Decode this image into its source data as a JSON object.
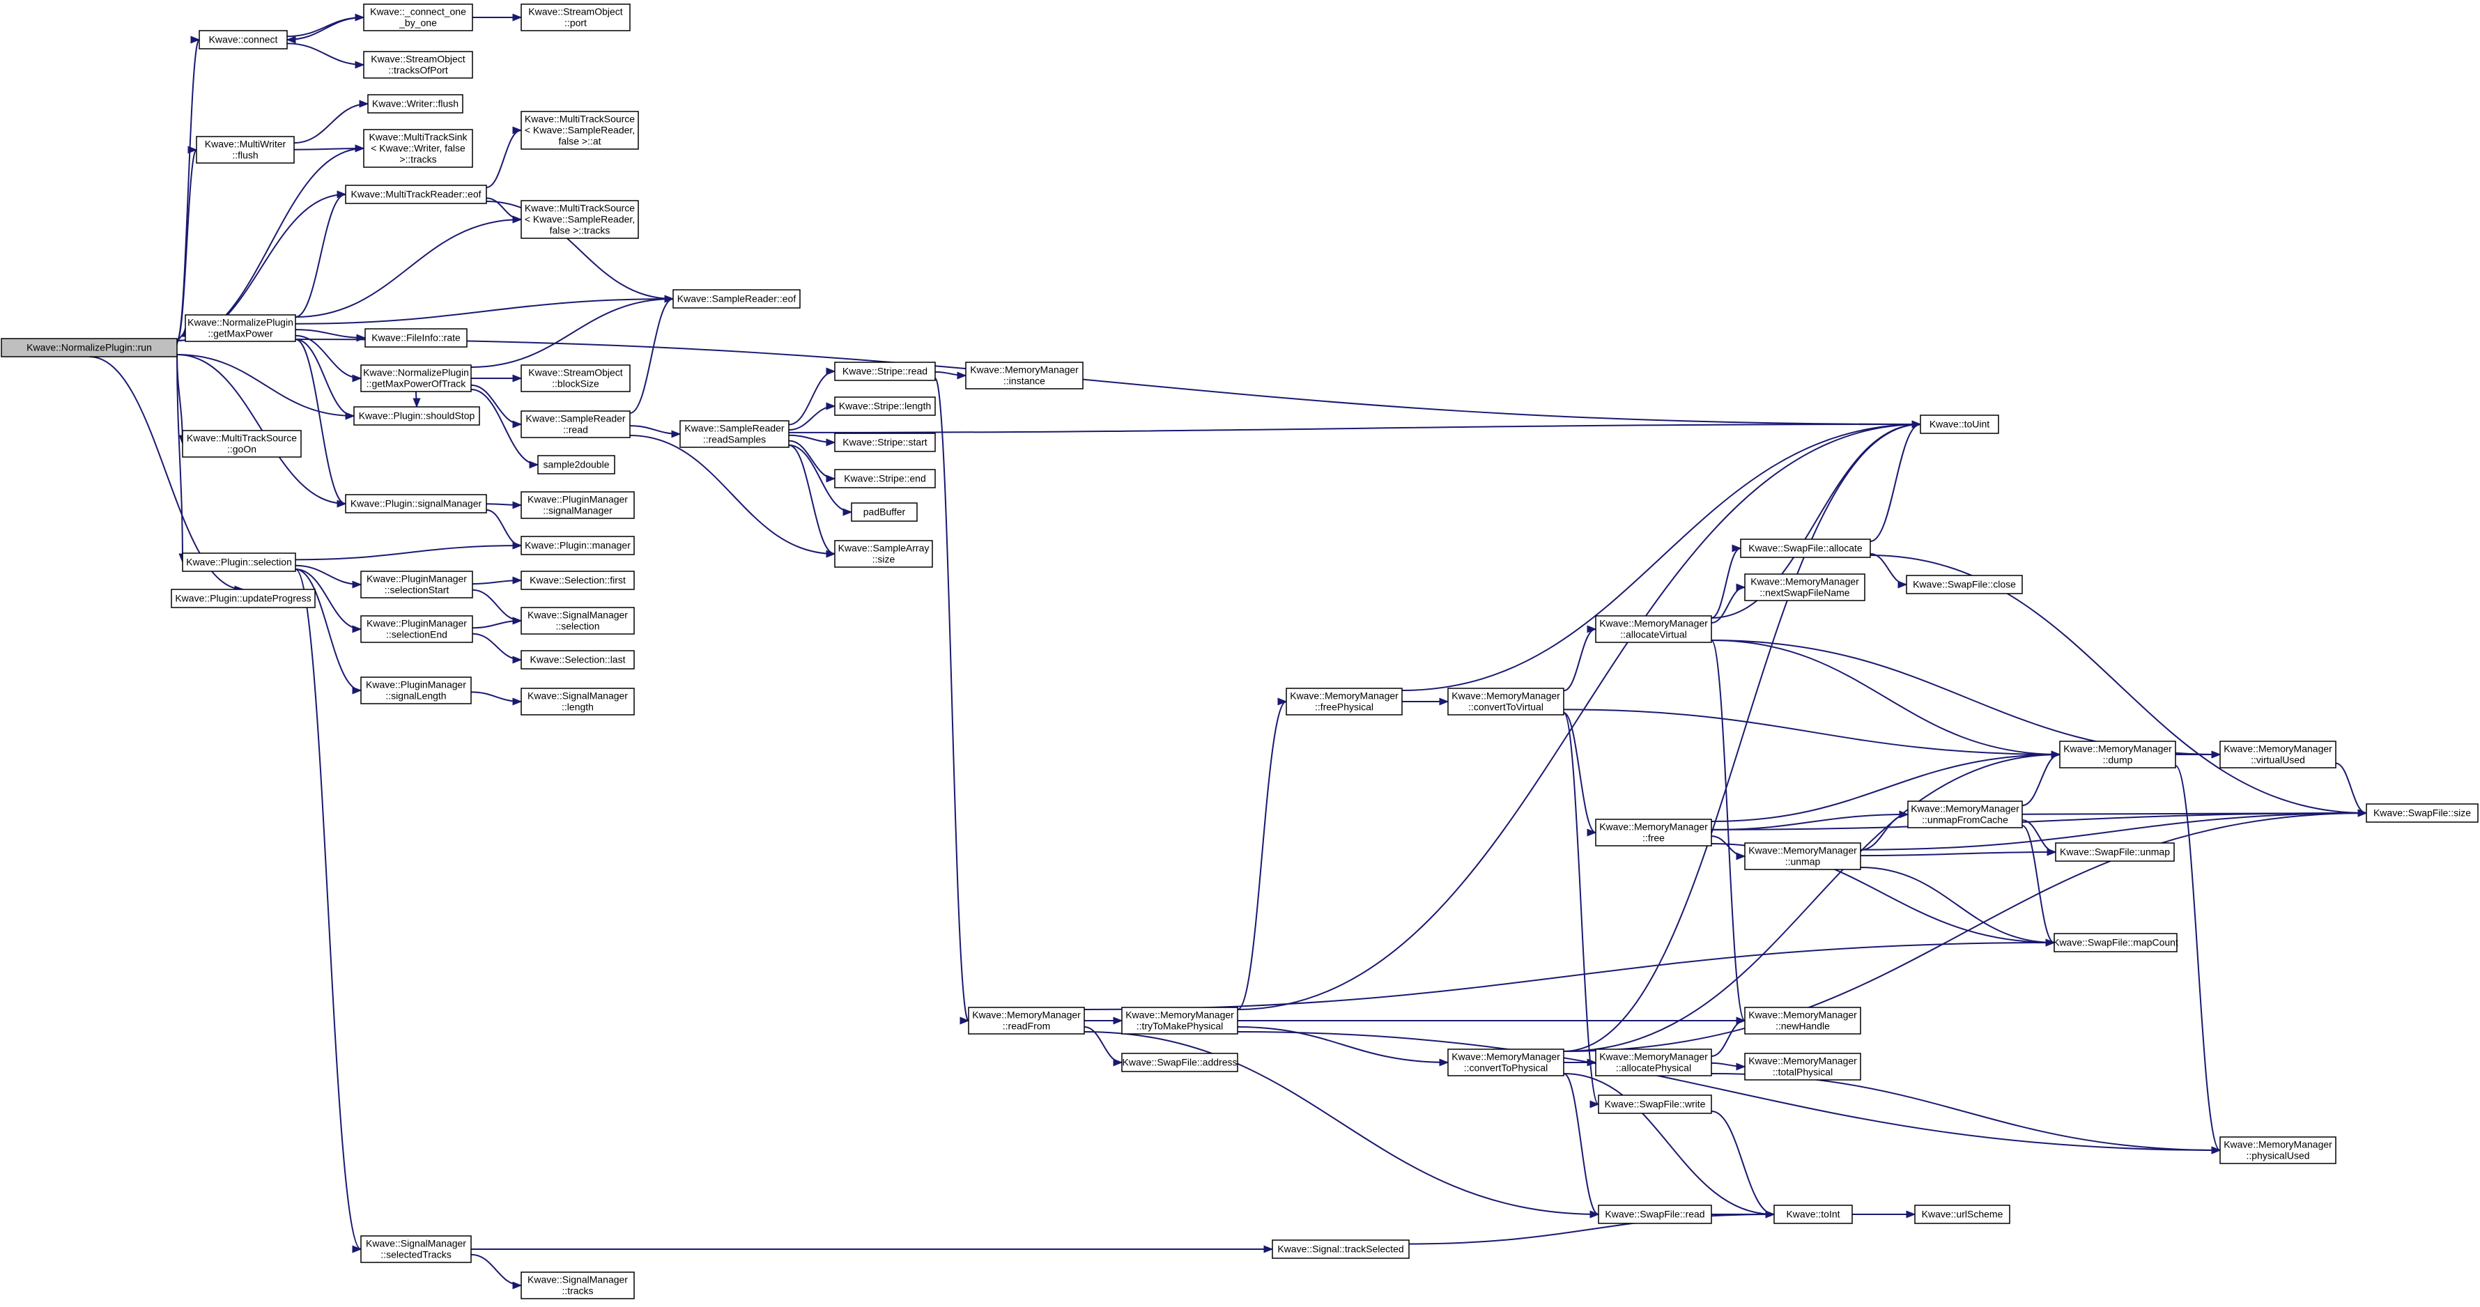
{
  "colors": {
    "edge": "#191970",
    "node_fill": "#ffffff",
    "root_fill": "#bfbfbf",
    "border": "#000000"
  },
  "nodes": [
    {
      "id": "run",
      "lines": [
        "Kwave::NormalizePlugin::run"
      ],
      "root": true
    },
    {
      "id": "connect",
      "lines": [
        "Kwave::connect"
      ]
    },
    {
      "id": "connect_one",
      "lines": [
        "Kwave::_connect_one",
        "_by_one"
      ]
    },
    {
      "id": "so_port",
      "lines": [
        "Kwave::StreamObject",
        "::port"
      ]
    },
    {
      "id": "so_tracksOfPort",
      "lines": [
        "Kwave::StreamObject",
        "::tracksOfPort"
      ]
    },
    {
      "id": "mw_flush",
      "lines": [
        "Kwave::MultiWriter",
        "::flush"
      ]
    },
    {
      "id": "writer_flush",
      "lines": [
        "Kwave::Writer::flush"
      ]
    },
    {
      "id": "mts_sink_tracks",
      "lines": [
        "Kwave::MultiTrackSink",
        "< Kwave::Writer, false",
        ">::tracks"
      ]
    },
    {
      "id": "mts_src_at",
      "lines": [
        "Kwave::MultiTrackSource",
        "< Kwave::SampleReader,",
        "false >::at"
      ]
    },
    {
      "id": "mtr_eof",
      "lines": [
        "Kwave::MultiTrackReader::eof"
      ]
    },
    {
      "id": "mts_src_tracks",
      "lines": [
        "Kwave::MultiTrackSource",
        "< Kwave::SampleReader,",
        "false >::tracks"
      ]
    },
    {
      "id": "np_getMaxPower",
      "lines": [
        "Kwave::NormalizePlugin",
        "::getMaxPower"
      ]
    },
    {
      "id": "sr_eof",
      "lines": [
        "Kwave::SampleReader::eof"
      ]
    },
    {
      "id": "fi_rate",
      "lines": [
        "Kwave::FileInfo::rate"
      ]
    },
    {
      "id": "np_getMaxPowerOfTrack",
      "lines": [
        "Kwave::NormalizePlugin",
        "::getMaxPowerOfTrack"
      ]
    },
    {
      "id": "so_blockSize",
      "lines": [
        "Kwave::StreamObject",
        "::blockSize"
      ]
    },
    {
      "id": "p_shouldStop",
      "lines": [
        "Kwave::Plugin::shouldStop"
      ]
    },
    {
      "id": "sr_read",
      "lines": [
        "Kwave::SampleReader",
        "::read"
      ]
    },
    {
      "id": "sample2double",
      "lines": [
        "sample2double"
      ]
    },
    {
      "id": "mtsrc_goOn",
      "lines": [
        "Kwave::MultiTrackSource",
        "::goOn"
      ]
    },
    {
      "id": "stripe_read",
      "lines": [
        "Kwave::Stripe::read"
      ]
    },
    {
      "id": "mm_instance",
      "lines": [
        "Kwave::MemoryManager",
        "::instance"
      ]
    },
    {
      "id": "stripe_length",
      "lines": [
        "Kwave::Stripe::length"
      ]
    },
    {
      "id": "sr_readSamples",
      "lines": [
        "Kwave::SampleReader",
        "::readSamples"
      ]
    },
    {
      "id": "stripe_start",
      "lines": [
        "Kwave::Stripe::start"
      ]
    },
    {
      "id": "stripe_end",
      "lines": [
        "Kwave::Stripe::end"
      ]
    },
    {
      "id": "padBuffer",
      "lines": [
        "padBuffer"
      ]
    },
    {
      "id": "sa_size",
      "lines": [
        "Kwave::SampleArray",
        "::size"
      ]
    },
    {
      "id": "p_signalManager",
      "lines": [
        "Kwave::Plugin::signalManager"
      ]
    },
    {
      "id": "pm_signalManager",
      "lines": [
        "Kwave::PluginManager",
        "::signalManager"
      ]
    },
    {
      "id": "p_manager",
      "lines": [
        "Kwave::Plugin::manager"
      ]
    },
    {
      "id": "p_selection",
      "lines": [
        "Kwave::Plugin::selection"
      ]
    },
    {
      "id": "pm_selectionStart",
      "lines": [
        "Kwave::PluginManager",
        "::selectionStart"
      ]
    },
    {
      "id": "sel_first",
      "lines": [
        "Kwave::Selection::first"
      ]
    },
    {
      "id": "p_updateProgress",
      "lines": [
        "Kwave::Plugin::updateProgress"
      ]
    },
    {
      "id": "sm_selection",
      "lines": [
        "Kwave::SignalManager",
        "::selection"
      ]
    },
    {
      "id": "pm_selectionEnd",
      "lines": [
        "Kwave::PluginManager",
        "::selectionEnd"
      ]
    },
    {
      "id": "sel_last",
      "lines": [
        "Kwave::Selection::last"
      ]
    },
    {
      "id": "pm_signalLength",
      "lines": [
        "Kwave::PluginManager",
        "::signalLength"
      ]
    },
    {
      "id": "sm_length",
      "lines": [
        "Kwave::SignalManager",
        "::length"
      ]
    },
    {
      "id": "toUint",
      "lines": [
        "Kwave::toUint"
      ]
    },
    {
      "id": "swf_allocate",
      "lines": [
        "Kwave::SwapFile::allocate"
      ]
    },
    {
      "id": "swf_close",
      "lines": [
        "Kwave::SwapFile::close"
      ]
    },
    {
      "id": "mm_nextSwapFileName",
      "lines": [
        "Kwave::MemoryManager",
        "::nextSwapFileName"
      ]
    },
    {
      "id": "mm_allocateVirtual",
      "lines": [
        "Kwave::MemoryManager",
        "::allocateVirtual"
      ]
    },
    {
      "id": "mm_freePhysical",
      "lines": [
        "Kwave::MemoryManager",
        "::freePhysical"
      ]
    },
    {
      "id": "mm_convertToVirtual",
      "lines": [
        "Kwave::MemoryManager",
        "::convertToVirtual"
      ]
    },
    {
      "id": "mm_dump",
      "lines": [
        "Kwave::MemoryManager",
        "::dump"
      ]
    },
    {
      "id": "mm_virtualUsed",
      "lines": [
        "Kwave::MemoryManager",
        "::virtualUsed"
      ]
    },
    {
      "id": "swf_size",
      "lines": [
        "Kwave::SwapFile::size"
      ]
    },
    {
      "id": "mm_unmapFromCache",
      "lines": [
        "Kwave::MemoryManager",
        "::unmapFromCache"
      ]
    },
    {
      "id": "mm_free",
      "lines": [
        "Kwave::MemoryManager",
        "::free"
      ]
    },
    {
      "id": "mm_unmap",
      "lines": [
        "Kwave::MemoryManager",
        "::unmap"
      ]
    },
    {
      "id": "swf_unmap",
      "lines": [
        "Kwave::SwapFile::unmap"
      ]
    },
    {
      "id": "swf_mapCount",
      "lines": [
        "Kwave::SwapFile::mapCount"
      ]
    },
    {
      "id": "mm_readFrom",
      "lines": [
        "Kwave::MemoryManager",
        "::readFrom"
      ]
    },
    {
      "id": "mm_tryToMakePhysical",
      "lines": [
        "Kwave::MemoryManager",
        "::tryToMakePhysical"
      ]
    },
    {
      "id": "mm_newHandle",
      "lines": [
        "Kwave::MemoryManager",
        "::newHandle"
      ]
    },
    {
      "id": "swf_address",
      "lines": [
        "Kwave::SwapFile::address"
      ]
    },
    {
      "id": "mm_convertToPhysical",
      "lines": [
        "Kwave::MemoryManager",
        "::convertToPhysical"
      ]
    },
    {
      "id": "mm_allocatePhysical",
      "lines": [
        "Kwave::MemoryManager",
        "::allocatePhysical"
      ]
    },
    {
      "id": "mm_totalPhysical",
      "lines": [
        "Kwave::MemoryManager",
        "::totalPhysical"
      ]
    },
    {
      "id": "mm_physicalUsed",
      "lines": [
        "Kwave::MemoryManager",
        "::physicalUsed"
      ]
    },
    {
      "id": "swf_write",
      "lines": [
        "Kwave::SwapFile::write"
      ]
    },
    {
      "id": "swf_read",
      "lines": [
        "Kwave::SwapFile::read"
      ]
    },
    {
      "id": "toInt",
      "lines": [
        "Kwave::toInt"
      ]
    },
    {
      "id": "urlScheme",
      "lines": [
        "Kwave::urlScheme"
      ]
    },
    {
      "id": "sm_selectedTracks",
      "lines": [
        "Kwave::SignalManager",
        "::selectedTracks"
      ]
    },
    {
      "id": "sig_trackSelected",
      "lines": [
        "Kwave::Signal::trackSelected"
      ]
    },
    {
      "id": "sm_tracks",
      "lines": [
        "Kwave::SignalManager",
        "::tracks"
      ]
    }
  ],
  "edges": [
    [
      "run",
      "connect"
    ],
    [
      "run",
      "mw_flush"
    ],
    [
      "run",
      "mts_sink_tracks"
    ],
    [
      "run",
      "mtr_eof"
    ],
    [
      "run",
      "np_getMaxPower"
    ],
    [
      "run",
      "p_shouldStop"
    ],
    [
      "run",
      "mtsrc_goOn"
    ],
    [
      "run",
      "p_signalManager"
    ],
    [
      "run",
      "p_selection"
    ],
    [
      "run",
      "p_updateProgress"
    ],
    [
      "connect",
      "connect_one"
    ],
    [
      "connect",
      "so_tracksOfPort"
    ],
    [
      "connect_one",
      "connect"
    ],
    [
      "connect_one",
      "so_port"
    ],
    [
      "mw_flush",
      "writer_flush"
    ],
    [
      "mw_flush",
      "mts_sink_tracks"
    ],
    [
      "mtr_eof",
      "mts_src_at"
    ],
    [
      "mtr_eof",
      "mts_src_tracks"
    ],
    [
      "mtr_eof",
      "sr_eof"
    ],
    [
      "np_getMaxPower",
      "mtr_eof"
    ],
    [
      "np_getMaxPower",
      "mts_src_tracks"
    ],
    [
      "np_getMaxPower",
      "sr_eof"
    ],
    [
      "np_getMaxPower",
      "toUint"
    ],
    [
      "np_getMaxPower",
      "fi_rate"
    ],
    [
      "np_getMaxPower",
      "np_getMaxPowerOfTrack"
    ],
    [
      "np_getMaxPower",
      "p_shouldStop"
    ],
    [
      "np_getMaxPower",
      "p_signalManager"
    ],
    [
      "np_getMaxPowerOfTrack",
      "sr_eof"
    ],
    [
      "np_getMaxPowerOfTrack",
      "so_blockSize"
    ],
    [
      "np_getMaxPowerOfTrack",
      "sr_read"
    ],
    [
      "np_getMaxPowerOfTrack",
      "sample2double"
    ],
    [
      "np_getMaxPowerOfTrack",
      "p_shouldStop"
    ],
    [
      "sr_read",
      "sr_eof"
    ],
    [
      "sr_read",
      "sr_readSamples"
    ],
    [
      "sr_read",
      "sa_size"
    ],
    [
      "sr_readSamples",
      "stripe_read"
    ],
    [
      "sr_readSamples",
      "stripe_length"
    ],
    [
      "sr_readSamples",
      "stripe_start"
    ],
    [
      "sr_readSamples",
      "stripe_end"
    ],
    [
      "sr_readSamples",
      "padBuffer"
    ],
    [
      "sr_readSamples",
      "sa_size"
    ],
    [
      "sr_readSamples",
      "toUint"
    ],
    [
      "stripe_read",
      "mm_instance"
    ],
    [
      "stripe_read",
      "mm_readFrom"
    ],
    [
      "p_signalManager",
      "pm_signalManager"
    ],
    [
      "p_signalManager",
      "p_manager"
    ],
    [
      "p_selection",
      "p_manager"
    ],
    [
      "p_selection",
      "pm_selectionStart"
    ],
    [
      "p_selection",
      "pm_selectionEnd"
    ],
    [
      "p_selection",
      "pm_signalLength"
    ],
    [
      "p_selection",
      "sm_selectedTracks"
    ],
    [
      "pm_selectionStart",
      "sel_first"
    ],
    [
      "pm_selectionStart",
      "sm_selection"
    ],
    [
      "pm_selectionEnd",
      "sm_selection"
    ],
    [
      "pm_selectionEnd",
      "sel_last"
    ],
    [
      "pm_signalLength",
      "sm_length"
    ],
    [
      "sm_selectedTracks",
      "sig_trackSelected"
    ],
    [
      "sm_selectedTracks",
      "sm_tracks"
    ],
    [
      "sig_trackSelected",
      "toInt"
    ],
    [
      "toInt",
      "urlScheme"
    ],
    [
      "mm_readFrom",
      "mm_tryToMakePhysical"
    ],
    [
      "mm_readFrom",
      "swf_address"
    ],
    [
      "mm_readFrom",
      "swf_read"
    ],
    [
      "mm_readFrom",
      "swf_mapCount"
    ],
    [
      "mm_tryToMakePhysical",
      "mm_freePhysical"
    ],
    [
      "mm_tryToMakePhysical",
      "mm_convertToPhysical"
    ],
    [
      "mm_tryToMakePhysical",
      "mm_newHandle"
    ],
    [
      "mm_tryToMakePhysical",
      "mm_physicalUsed"
    ],
    [
      "mm_tryToMakePhysical",
      "toUint"
    ],
    [
      "mm_freePhysical",
      "mm_convertToVirtual"
    ],
    [
      "mm_freePhysical",
      "toUint"
    ],
    [
      "mm_convertToVirtual",
      "mm_allocateVirtual"
    ],
    [
      "mm_convertToVirtual",
      "mm_free"
    ],
    [
      "mm_convertToVirtual",
      "mm_dump"
    ],
    [
      "mm_convertToVirtual",
      "swf_write"
    ],
    [
      "mm_allocateVirtual",
      "swf_allocate"
    ],
    [
      "mm_allocateVirtual",
      "mm_nextSwapFileName"
    ],
    [
      "mm_allocateVirtual",
      "mm_dump"
    ],
    [
      "mm_allocateVirtual",
      "mm_virtualUsed"
    ],
    [
      "mm_allocateVirtual",
      "mm_newHandle"
    ],
    [
      "mm_allocateVirtual",
      "toUint"
    ],
    [
      "swf_allocate",
      "swf_close"
    ],
    [
      "swf_allocate",
      "swf_size"
    ],
    [
      "swf_allocate",
      "toUint"
    ],
    [
      "mm_dump",
      "mm_virtualUsed"
    ],
    [
      "mm_dump",
      "mm_physicalUsed"
    ],
    [
      "mm_virtualUsed",
      "swf_size"
    ],
    [
      "mm_free",
      "mm_unmapFromCache"
    ],
    [
      "mm_free",
      "mm_unmap"
    ],
    [
      "mm_free",
      "mm_dump"
    ],
    [
      "mm_free",
      "swf_mapCount"
    ],
    [
      "mm_free",
      "swf_size"
    ],
    [
      "mm_unmapFromCache",
      "mm_dump"
    ],
    [
      "mm_unmapFromCache",
      "swf_unmap"
    ],
    [
      "mm_unmapFromCache",
      "swf_size"
    ],
    [
      "mm_unmapFromCache",
      "swf_mapCount"
    ],
    [
      "mm_unmap",
      "mm_unmapFromCache"
    ],
    [
      "mm_unmap",
      "swf_unmap"
    ],
    [
      "mm_unmap",
      "swf_mapCount"
    ],
    [
      "mm_unmap",
      "swf_size"
    ],
    [
      "mm_convertToPhysical",
      "mm_allocatePhysical"
    ],
    [
      "mm_convertToPhysical",
      "swf_read"
    ],
    [
      "mm_convertToPhysical",
      "mm_dump"
    ],
    [
      "mm_convertToPhysical",
      "toUint"
    ],
    [
      "mm_convertToPhysical",
      "swf_size"
    ],
    [
      "mm_convertToPhysical",
      "toInt"
    ],
    [
      "mm_allocatePhysical",
      "mm_totalPhysical"
    ],
    [
      "mm_allocatePhysical",
      "mm_physicalUsed"
    ],
    [
      "mm_allocatePhysical",
      "mm_newHandle"
    ],
    [
      "swf_write",
      "toInt"
    ],
    [
      "swf_read",
      "toInt"
    ]
  ]
}
